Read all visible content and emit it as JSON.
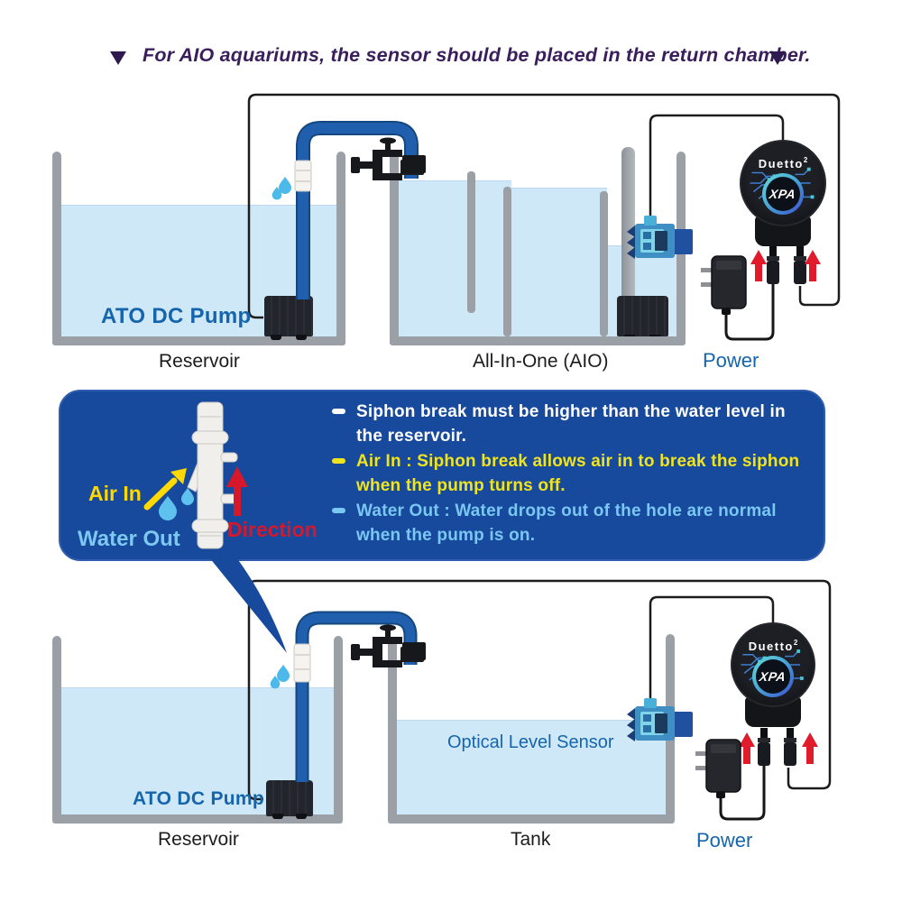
{
  "header": {
    "text": "For AIO aquariums, the sensor should be placed in the return chamber."
  },
  "top_diagram": {
    "pump_label": "ATO DC Pump",
    "reservoir_label": "Reservoir",
    "aio_label": "All-In-One (AIO)",
    "power_label": "Power",
    "device": {
      "brand": "Duetto",
      "superscript": "2",
      "logo_text": "XPA"
    }
  },
  "info_box": {
    "air_in_label": "Air In",
    "water_out_label": "Water Out",
    "direction_label": "Direction",
    "bullets": [
      {
        "color": "#ffffff",
        "text": "Siphon break must be higher than the water level in\nthe reservoir."
      },
      {
        "color": "#f0e41e",
        "text": "Air In : Siphon break allows air in to break the siphon\nwhen the pump turns off."
      },
      {
        "color": "#79c7f2",
        "text": "Water Out : Water drops out of the hole are normal\nwhen the pump is on."
      }
    ]
  },
  "bottom_diagram": {
    "pump_label": "ATO DC Pump",
    "reservoir_label": "Reservoir",
    "tank_label": "Tank",
    "sensor_label": "Optical Level Sensor",
    "power_label": "Power",
    "device": {
      "brand": "Duetto",
      "superscript": "2",
      "logo_text": "XPA"
    }
  },
  "colors": {
    "header_text": "#3a1e5c",
    "label_blue": "#1565ad",
    "label_dark": "#1c1c1c",
    "box_blue": "#17499c",
    "yellow": "#ffd900",
    "light_blue": "#7cc8f2",
    "red": "#d6182a",
    "water": "#cfe8f8",
    "wall_gray": "#9aa0a6",
    "pipe_blue": "#1d5aa7"
  }
}
